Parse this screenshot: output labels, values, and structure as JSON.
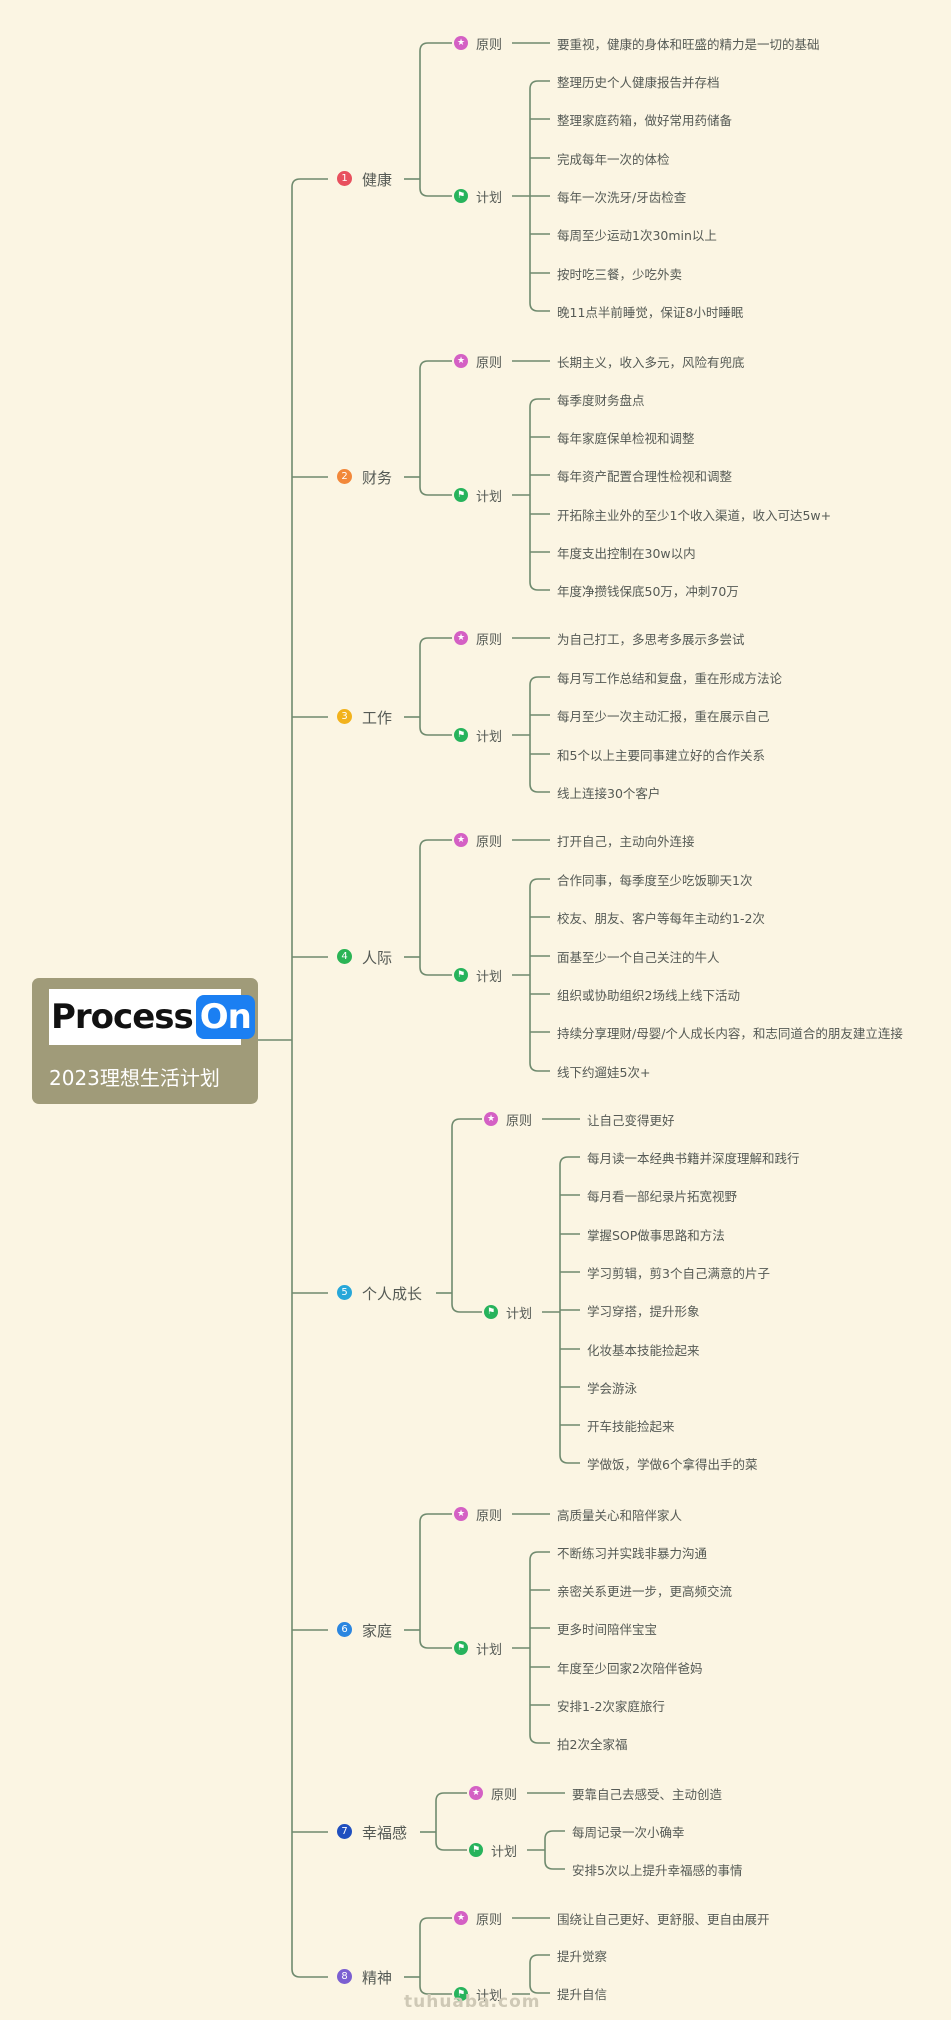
{
  "root": {
    "logo_text": "Process",
    "logo_badge": "On",
    "title": "2023理想生活计划"
  },
  "principle_label": "原则",
  "plan_label": "计划",
  "colors": {
    "line": "#6f8a6e",
    "principle_icon": "#d460c4",
    "plan_icon": "#27b35c",
    "root_bg": "#a09b79",
    "background": "#fbf5e3"
  },
  "icons": {
    "principle": "star-icon",
    "plan": "flag-icon"
  },
  "categories": [
    {
      "num": "1",
      "name": "健康",
      "color": "#e8505e",
      "principle": "要重视，健康的身体和旺盛的精力是一切的基础",
      "plans": [
        "整理历史个人健康报告并存档",
        "整理家庭药箱，做好常用药储备",
        "完成每年一次的体检",
        "每年一次洗牙/牙齿检查",
        "每周至少运动1次30min以上",
        "按时吃三餐，少吃外卖",
        "晚11点半前睡觉，保证8小时睡眠"
      ]
    },
    {
      "num": "2",
      "name": "财务",
      "color": "#f2883a",
      "principle": "长期主义，收入多元，风险有兜底",
      "plans": [
        "每季度财务盘点",
        "每年家庭保单检视和调整",
        "每年资产配置合理性检视和调整",
        "开拓除主业外的至少1个收入渠道，收入可达5w+",
        "年度支出控制在30w以内",
        "年度净攒钱保底50万，冲刺70万"
      ]
    },
    {
      "num": "3",
      "name": "工作",
      "color": "#f2b21c",
      "principle": "为自己打工，多思考多展示多尝试",
      "plans": [
        "每月写工作总结和复盘，重在形成方法论",
        "每月至少一次主动汇报，重在展示自己",
        "和5个以上主要同事建立好的合作关系",
        "线上连接30个客户"
      ]
    },
    {
      "num": "4",
      "name": "人际",
      "color": "#2bb455",
      "principle": "打开自己，主动向外连接",
      "plans": [
        "合作同事，每季度至少吃饭聊天1次",
        "校友、朋友、客户等每年主动约1-2次",
        "面基至少一个自己关注的牛人",
        "组织或协助组织2场线上线下活动",
        "持续分享理财/母婴/个人成长内容，和志同道合的朋友建立连接",
        "线下约遛娃5次+"
      ]
    },
    {
      "num": "5",
      "name": "个人成长",
      "color": "#27a7d9",
      "principle": "让自己变得更好",
      "plans": [
        "每月读一本经典书籍并深度理解和践行",
        "每月看一部纪录片拓宽视野",
        "掌握SOP做事思路和方法",
        "学习剪辑，剪3个自己满意的片子",
        "学习穿搭，提升形象",
        "化妆基本技能捡起来",
        "学会游泳",
        "开车技能捡起来",
        "学做饭，学做6个拿得出手的菜"
      ]
    },
    {
      "num": "6",
      "name": "家庭",
      "color": "#2b86e0",
      "principle": "高质量关心和陪伴家人",
      "plans": [
        "不断练习并实践非暴力沟通",
        "亲密关系更进一步，更高频交流",
        "更多时间陪伴宝宝",
        "年度至少回家2次陪伴爸妈",
        "安排1-2次家庭旅行",
        "拍2次全家福"
      ]
    },
    {
      "num": "7",
      "name": "幸福感",
      "color": "#1f4fbf",
      "principle": "要靠自己去感受、主动创造",
      "plans": [
        "每周记录一次小确幸",
        "安排5次以上提升幸福感的事情"
      ]
    },
    {
      "num": "8",
      "name": "精神",
      "color": "#7b5fd1",
      "principle": "围绕让自己更好、更舒服、更自由展开",
      "plans": [
        "提升觉察",
        "提升自信"
      ]
    }
  ],
  "watermark": "tuhuaba.com"
}
